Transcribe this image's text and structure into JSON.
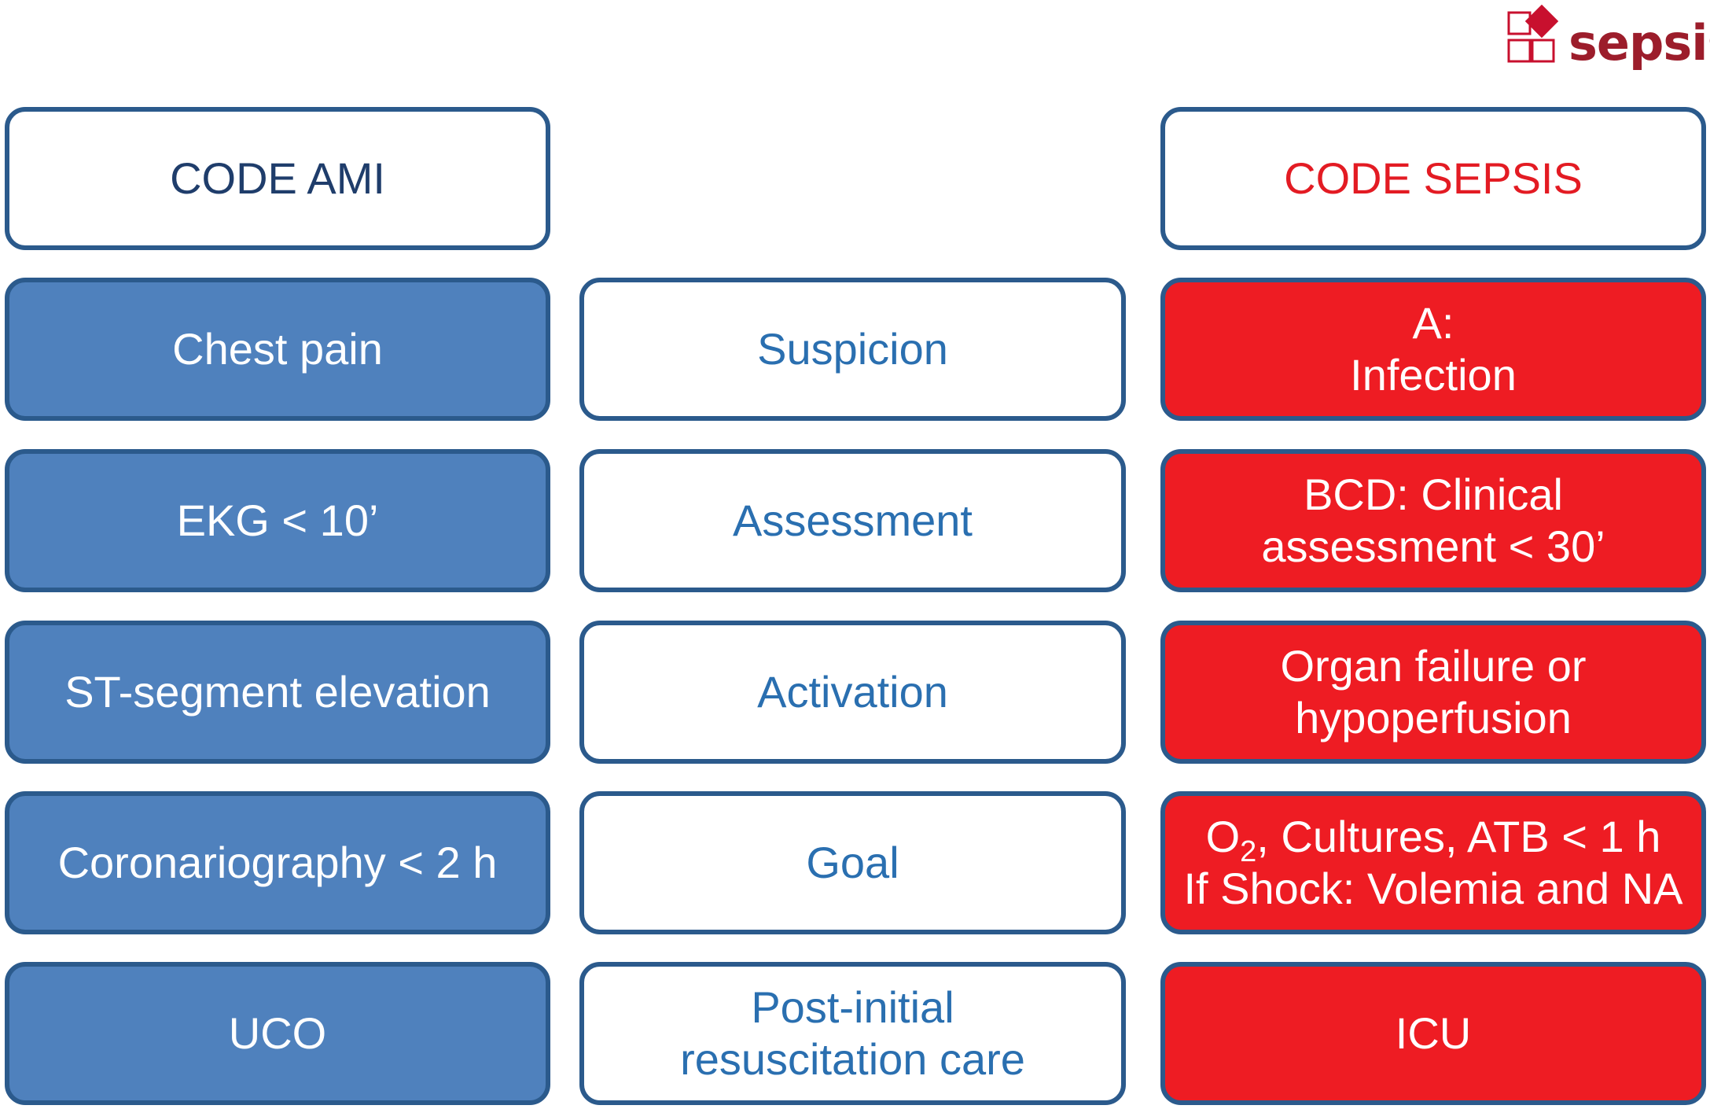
{
  "logo": {
    "text": "sepsis",
    "colors": {
      "mark": "#c8102e",
      "text": "#9c1d2b"
    }
  },
  "headers": {
    "left": "CODE AMI",
    "right": "CODE SEPSIS"
  },
  "rows": [
    {
      "ami": [
        "Chest pain"
      ],
      "stage": [
        "Suspicion"
      ],
      "sepsis": [
        "A:",
        "Infection"
      ]
    },
    {
      "ami": [
        "EKG < 10’"
      ],
      "stage": [
        "Assessment"
      ],
      "sepsis": [
        "BCD: Clinical",
        "assessment < 30’"
      ]
    },
    {
      "ami": [
        "ST-segment elevation"
      ],
      "stage": [
        "Activation"
      ],
      "sepsis": [
        "Organ failure or",
        "hypoperfusion"
      ]
    },
    {
      "ami": [
        "Coronariography < 2 h"
      ],
      "stage": [
        "Goal"
      ],
      "sepsis": [
        "If Shock: Volemia and NA"
      ]
    },
    {
      "ami": [
        "UCO"
      ],
      "stage": [
        "Post-initial",
        "resuscitation care"
      ],
      "sepsis": [
        "ICU"
      ]
    }
  ],
  "goal_sepsis_line1": {
    "pre": "O",
    "sub": "2",
    "post": ", Cultures, ATB < 1 h"
  },
  "colors": {
    "ami_fill": "#4f81bd",
    "sepsis_fill": "#ee1c23",
    "border": "#2b5a8c",
    "stage_text": "#2a6fb0",
    "ami_header_text": "#1f3d6b",
    "sepsis_header_text": "#e31b23"
  }
}
